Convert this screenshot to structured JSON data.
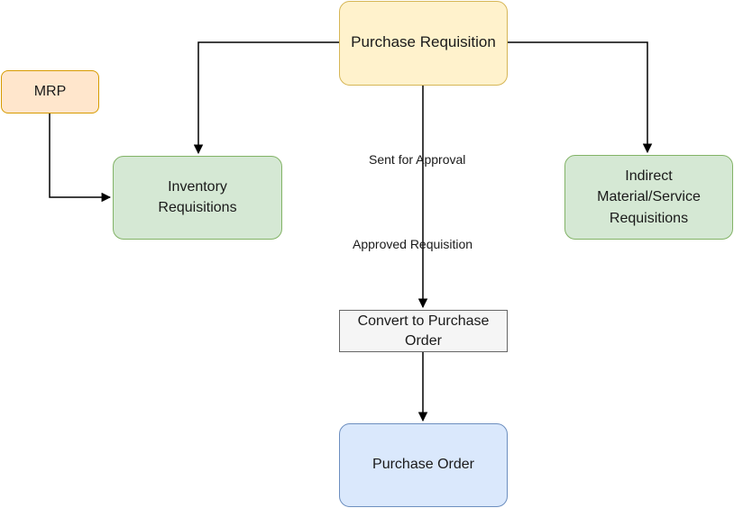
{
  "nodes": {
    "purchase_requisition": "Purchase Requisition",
    "mrp": "MRP",
    "inventory_requisitions": {
      "line1": "Inventory",
      "line2": "Requisitions"
    },
    "indirect_requisitions": {
      "line1": "Indirect",
      "line2": "Material/Service",
      "line3": "Requisitions"
    },
    "convert_to_po": {
      "line1": "Convert to Purchase",
      "line2": "Order"
    },
    "purchase_order": "Purchase Order"
  },
  "edge_labels": {
    "sent_for_approval": "Sent for Approval",
    "approved_requisition": "Approved Requisition"
  },
  "colors": {
    "yellow_fill": "#fff2cc",
    "yellow_stroke": "#d6b656",
    "orange_fill": "#ffe6cc",
    "orange_stroke": "#d79b00",
    "green_fill": "#d5e8d4",
    "green_stroke": "#82b366",
    "gray_fill": "#f5f5f5",
    "gray_stroke": "#666666",
    "blue_fill": "#dae8fc",
    "blue_stroke": "#6c8ebf",
    "edge": "#000000"
  }
}
